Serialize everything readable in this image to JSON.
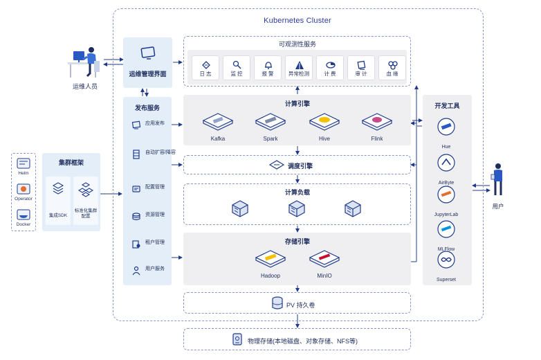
{
  "cluster_title": "Kubernetes Cluster",
  "ops_person": "运维人员",
  "ops_ui": "运维管理界面",
  "observability": {
    "title": "可观测性服务",
    "items": [
      "日 志",
      "监 控",
      "报 警",
      "异常检测",
      "计 费",
      "审 计",
      "血 缘"
    ]
  },
  "publish": {
    "title": "发布服务",
    "items": [
      "应用发布",
      "自动扩容/降容",
      "配置管理",
      "资源管理",
      "租户管理",
      "用户服务"
    ]
  },
  "compute_engine": {
    "title": "计算引擎",
    "items": [
      "Kafka",
      "Spark",
      "Hive",
      "Flink"
    ]
  },
  "scheduler": "调度引擎",
  "compute_load": "计算负载",
  "storage_engine": {
    "title": "存储引擎",
    "items": [
      "Hadoop",
      "MinIO"
    ]
  },
  "pv": "PV 持久卷",
  "physical_storage": "物理存储(本地磁盘、对象存储、NFS等)",
  "dev_tools": {
    "title": "开发工具",
    "items": [
      "Hue",
      "AirByte",
      "JupyterLab",
      "MLFlow",
      "Superset"
    ]
  },
  "user": "用户",
  "frameworks": {
    "title": "集群框架",
    "left_items": [
      "Helm",
      "Operator",
      "Docker"
    ],
    "items": [
      "集成SDK",
      "标准化集群配置"
    ]
  },
  "colors": {
    "line": "#1f3a8a",
    "dash": "#8a96c9",
    "panel_blue": "#e3eef8",
    "panel_grey": "#efeff1",
    "title_blue": "#2a3aa0"
  }
}
